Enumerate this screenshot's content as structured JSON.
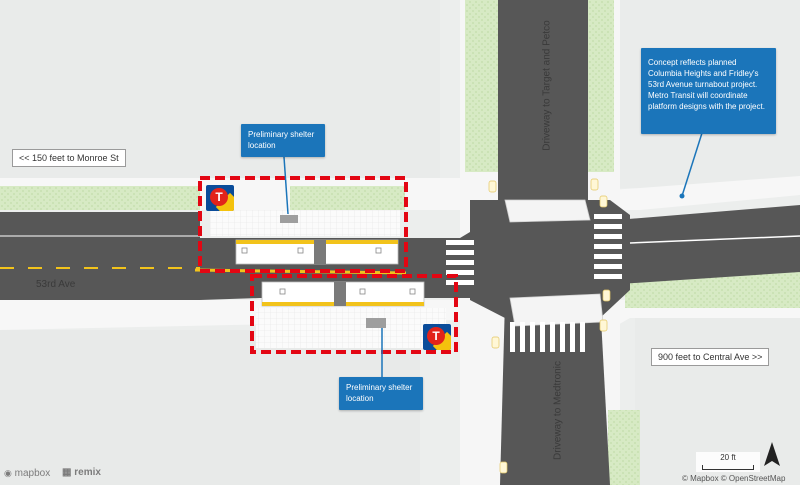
{
  "map": {
    "roads": {
      "main_street": "53rd Ave",
      "north_driveway": "Driveway to Target and Petco",
      "south_driveway": "Driveway to Medtronic"
    },
    "distance_labels": {
      "west": "<< 150 feet to Monroe St",
      "east": "900 feet to Central Ave >>"
    },
    "callouts": {
      "north_shelter": [
        "Preliminary shelter",
        "location"
      ],
      "south_shelter": [
        "Preliminary shelter",
        "location"
      ],
      "concept_note": [
        "Concept reflects planned",
        "Columbia Heights and Fridley's",
        "53rd Avenue turnabout project.",
        "Metro Transit will coordinate",
        "platform designs with the project."
      ]
    },
    "scale": "20 ft",
    "attribution": "© Mapbox © OpenStreetMap",
    "logos": {
      "mapbox": "mapbox",
      "remix": "remix"
    },
    "icons": {
      "metro_transit": "metro-transit-logo-icon",
      "north_arrow": "north-arrow-icon"
    },
    "colors": {
      "callout": "#1b75ba",
      "platform_outline": "#e30613",
      "grass": "#d7eac4",
      "road": "#575757",
      "sidewalk": "#f7f7f7",
      "lane_marking": "#f2c31b"
    }
  }
}
